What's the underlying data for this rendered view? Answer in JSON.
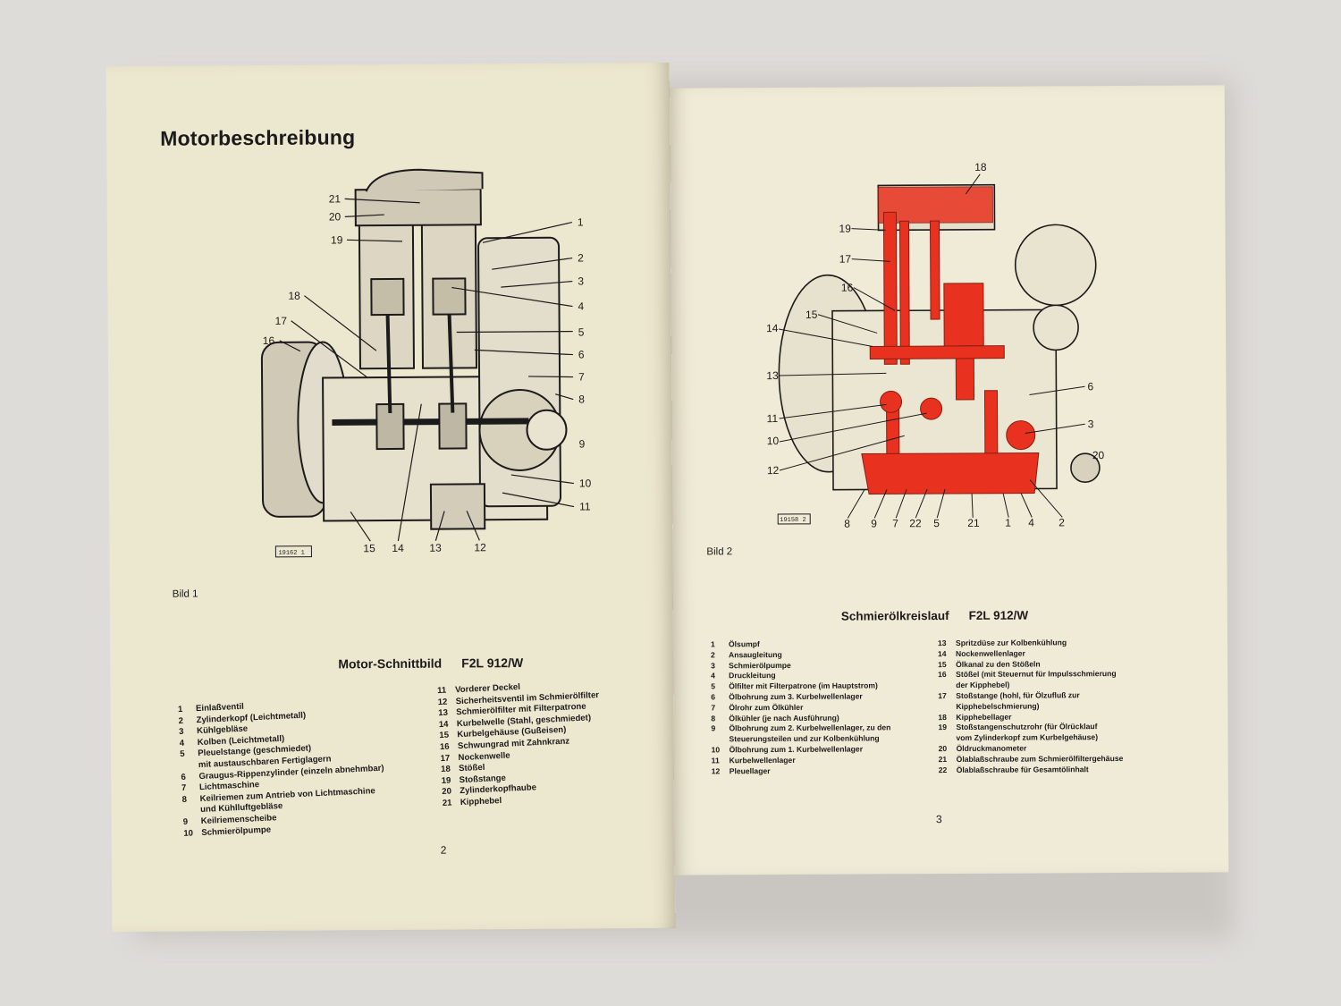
{
  "left_page": {
    "title": "Motorbeschreibung",
    "figure_label": "Bild 1",
    "figure_number": "19162 1",
    "caption_title": "Motor-Schnittbild",
    "caption_model": "F2L 912/W",
    "page_number": "2",
    "callouts": [
      "21",
      "20",
      "19",
      "18",
      "17",
      "16",
      "1",
      "2",
      "3",
      "4",
      "5",
      "6",
      "7",
      "8",
      "9",
      "10",
      "11",
      "15",
      "14",
      "13",
      "12"
    ],
    "legend_col1": [
      {
        "n": "1",
        "t": "Einlaßventil"
      },
      {
        "n": "2",
        "t": "Zylinderkopf (Leichtmetall)"
      },
      {
        "n": "3",
        "t": "Kühlgebläse"
      },
      {
        "n": "4",
        "t": "Kolben (Leichtmetall)"
      },
      {
        "n": "5",
        "t": "Pleuelstange (geschmiedet)"
      },
      {
        "n": "",
        "t": "mit austauschbaren Fertiglagern"
      },
      {
        "n": "6",
        "t": "Graugus-Rippenzylinder (einzeln abnehmbar)"
      },
      {
        "n": "7",
        "t": "Lichtmaschine"
      },
      {
        "n": "8",
        "t": "Keilriemen zum Antrieb von Lichtmaschine"
      },
      {
        "n": "",
        "t": "und Kühlluftgebläse"
      },
      {
        "n": "9",
        "t": "Keilriemenscheibe"
      },
      {
        "n": "10",
        "t": "Schmierölpumpe"
      }
    ],
    "legend_col2": [
      {
        "n": "11",
        "t": "Vorderer Deckel"
      },
      {
        "n": "12",
        "t": "Sicherheitsventil im Schmierölfilter"
      },
      {
        "n": "13",
        "t": "Schmierölfilter mit Filterpatrone"
      },
      {
        "n": "14",
        "t": "Kurbelwelle (Stahl, geschmiedet)"
      },
      {
        "n": "15",
        "t": "Kurbelgehäuse (Gußeisen)"
      },
      {
        "n": "16",
        "t": "Schwungrad mit Zahnkranz"
      },
      {
        "n": "17",
        "t": "Nockenwelle"
      },
      {
        "n": "18",
        "t": "Stößel"
      },
      {
        "n": "19",
        "t": "Stoßstange"
      },
      {
        "n": "20",
        "t": "Zylinderkopfhaube"
      },
      {
        "n": "21",
        "t": "Kipphebel"
      }
    ]
  },
  "right_page": {
    "figure_label": "Bild 2",
    "figure_number": "19158 2",
    "caption_title": "Schmierölkreislauf",
    "caption_model": "F2L 912/W",
    "page_number": "3",
    "callouts": [
      "18",
      "19",
      "17",
      "16",
      "15",
      "14",
      "13",
      "11",
      "10",
      "12",
      "6",
      "3",
      "20",
      "8",
      "9",
      "7",
      "22",
      "5",
      "21",
      "1",
      "4",
      "2"
    ],
    "legend_col1": [
      {
        "n": "1",
        "t": "Ölsumpf"
      },
      {
        "n": "2",
        "t": "Ansaugleitung"
      },
      {
        "n": "3",
        "t": "Schmierölpumpe"
      },
      {
        "n": "4",
        "t": "Druckleitung"
      },
      {
        "n": "5",
        "t": "Ölfilter mit Filterpatrone (im Hauptstrom)"
      },
      {
        "n": "6",
        "t": "Ölbohrung zum 3. Kurbelwellenlager"
      },
      {
        "n": "7",
        "t": "Ölrohr zum Ölkühler"
      },
      {
        "n": "8",
        "t": "Ölkühler (je nach Ausführung)"
      },
      {
        "n": "9",
        "t": "Ölbohrung zum 2. Kurbelwellenlager, zu den"
      },
      {
        "n": "",
        "t": "Steuerungsteilen und zur Kolbenkühlung"
      },
      {
        "n": "10",
        "t": "Ölbohrung zum 1. Kurbelwellenlager"
      },
      {
        "n": "11",
        "t": "Kurbelwellenlager"
      },
      {
        "n": "12",
        "t": "Pleuellager"
      }
    ],
    "legend_col2": [
      {
        "n": "13",
        "t": "Spritzdüse zur Kolbenkühlung"
      },
      {
        "n": "14",
        "t": "Nockenwellenlager"
      },
      {
        "n": "15",
        "t": "Ölkanal zu den Stößeln"
      },
      {
        "n": "16",
        "t": "Stößel (mit Steuernut für Impulsschmierung"
      },
      {
        "n": "",
        "t": "der Kipphebel)"
      },
      {
        "n": "17",
        "t": "Stoßstange (hohl, für Ölzufluß zur"
      },
      {
        "n": "",
        "t": "Kipphebelschmierung)"
      },
      {
        "n": "18",
        "t": "Kipphebellager"
      },
      {
        "n": "19",
        "t": "Stoßstangenschutzrohr (für Ölrücklauf"
      },
      {
        "n": "",
        "t": "vom Zylinderkopf zum Kurbelgehäuse)"
      },
      {
        "n": "20",
        "t": "Öldruckmanometer"
      },
      {
        "n": "21",
        "t": "Ölablaßschraube zum Schmierölfiltergehäuse"
      },
      {
        "n": "22",
        "t": "Ölablaßschraube für Gesamtölinhalt"
      }
    ]
  },
  "colors": {
    "paper": "#ece7cf",
    "ink": "#1b1b1b",
    "oil_red": "#e8321f"
  }
}
